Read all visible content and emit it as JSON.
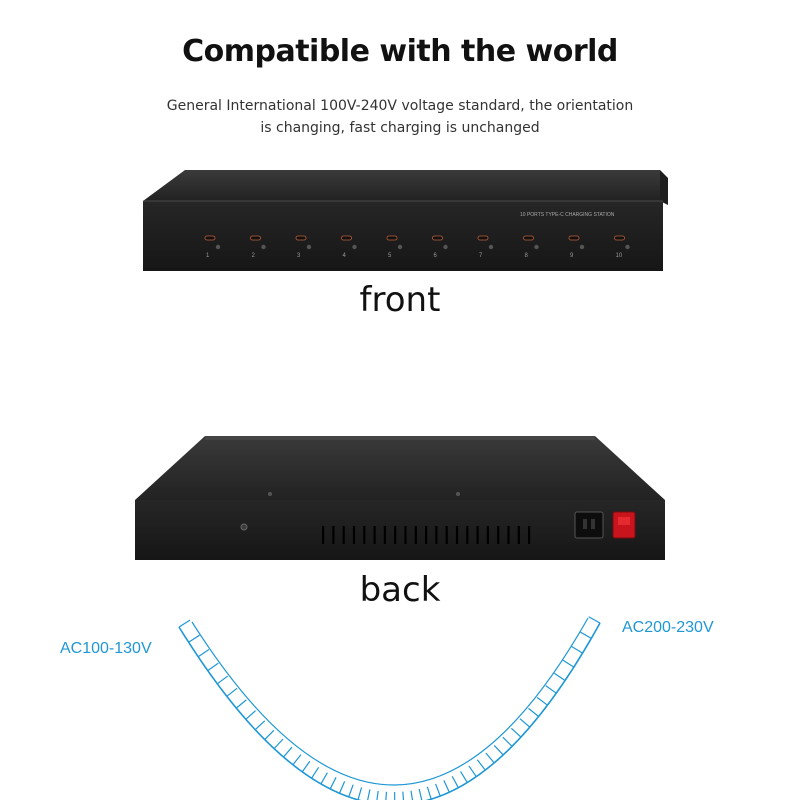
{
  "heading": "Compatible with the world",
  "subtitle": {
    "line1": "General International 100V-240V voltage standard, the orientation",
    "line2": "is changing, fast charging is unchanged"
  },
  "front": {
    "caption": "front",
    "panel_label": "10 PORTS TYPE-C CHARGING STATION",
    "port_numbers": [
      "1",
      "2",
      "3",
      "4",
      "5",
      "6",
      "7",
      "8",
      "9",
      "10"
    ]
  },
  "back": {
    "caption": "back"
  },
  "voltage": {
    "left_label": "AC100-130V",
    "right_label": "AC200-230V",
    "accent_color": "#1f97d6"
  }
}
